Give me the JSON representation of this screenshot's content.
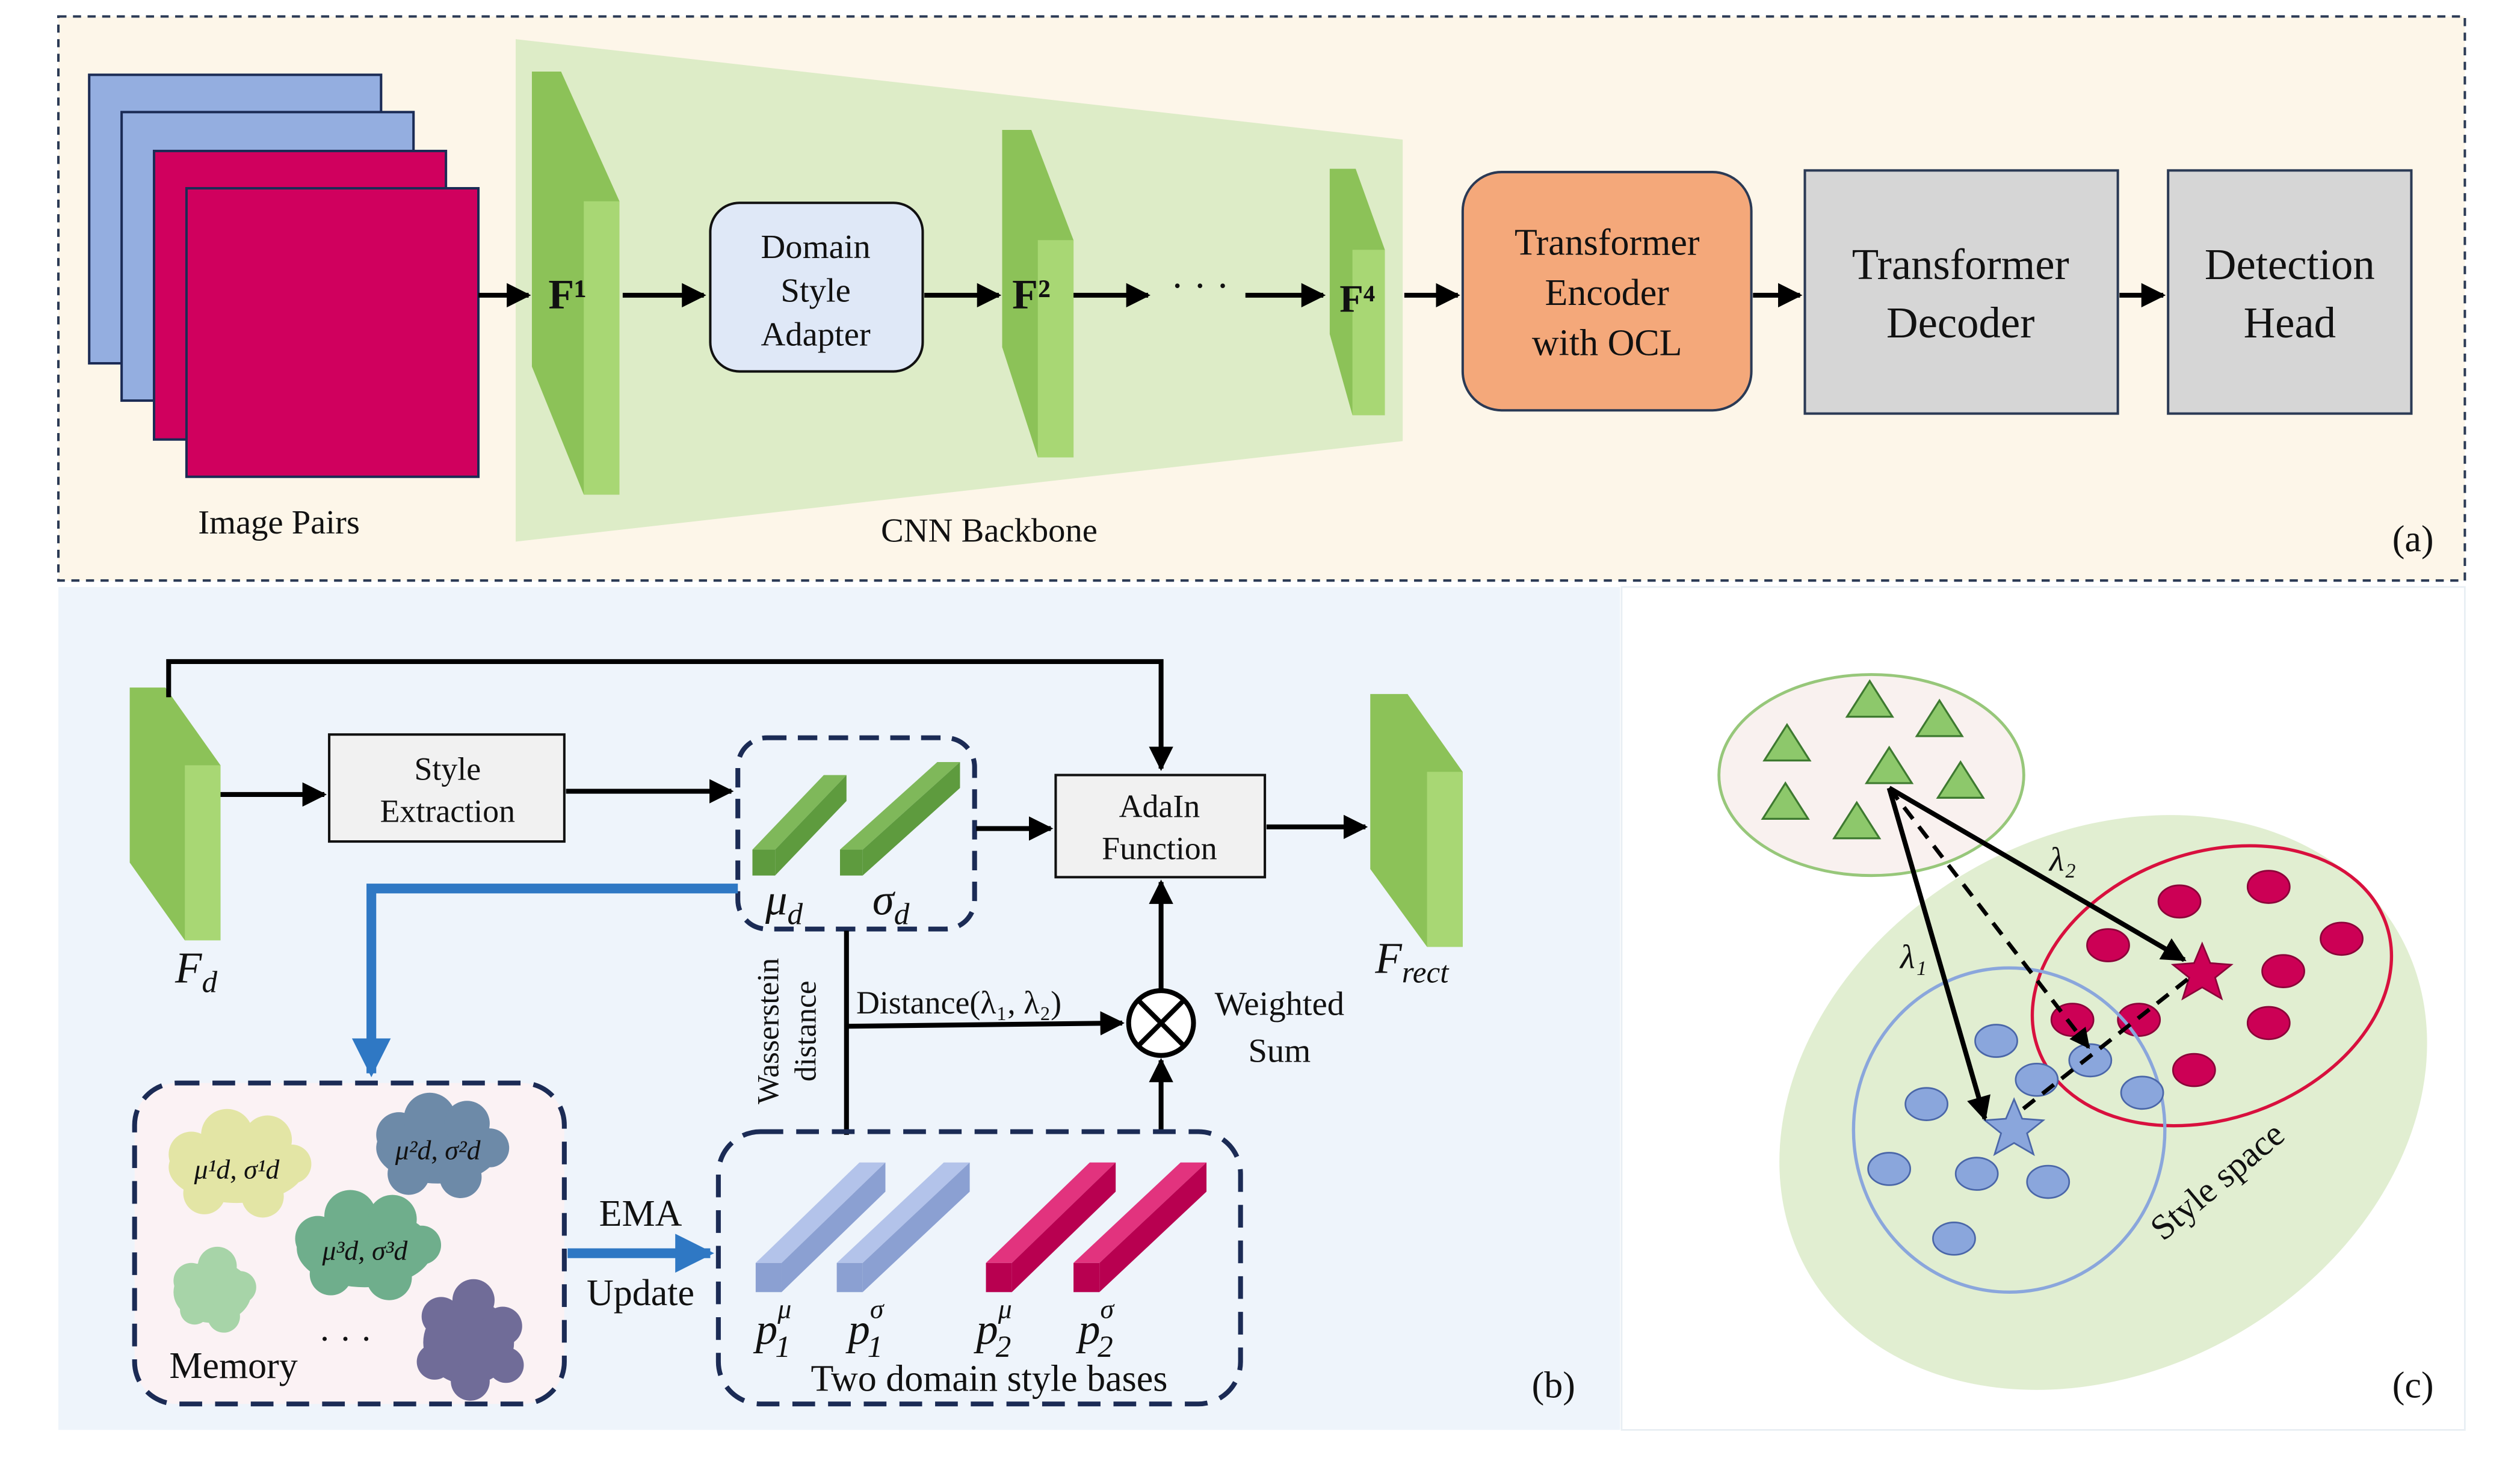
{
  "panel_a": {
    "image_pairs_label": "Image Pairs",
    "backbone_label": "CNN Backbone",
    "f1": "F¹",
    "f2": "F²",
    "f4": "F⁴",
    "ellipsis": "· · ·",
    "dsa": [
      "Domain",
      "Style",
      "Adapter"
    ],
    "encoder": [
      "Transformer",
      "Encoder",
      "with OCL"
    ],
    "decoder": [
      "Transformer",
      "Decoder"
    ],
    "head": [
      "Detection",
      "Head"
    ],
    "tag": "(a)"
  },
  "panel_b": {
    "fd": "F",
    "fd_sub": "d",
    "style_extraction": [
      "Style",
      "Extraction"
    ],
    "mu_d": "μ",
    "mu_d_sub": "d",
    "sigma_d": "σ",
    "sigma_d_sub": "d",
    "adain": [
      "AdaIn",
      "Function"
    ],
    "frect": "F",
    "frect_sub": "rect",
    "wasserstein": [
      "Wasserstein",
      "distance"
    ],
    "distance": "Distance(λ₁, λ₂)",
    "weighted_sum": [
      "Weighted",
      "Sum"
    ],
    "memory_label": "Memory",
    "memory_ellipsis": "· · ·",
    "cloud1": "μ¹d, σ¹d",
    "cloud2": "μ²d, σ²d",
    "cloud3": "μ³d, σ³d",
    "ema": [
      "EMA",
      "Update"
    ],
    "bases_label": "Two domain style bases",
    "p1mu": "p",
    "p1mu_sub": "1",
    "p1mu_sup": "μ",
    "p1sigma": "p",
    "p1sigma_sub": "1",
    "p1sigma_sup": "σ",
    "p2mu": "p",
    "p2mu_sub": "2",
    "p2mu_sup": "μ",
    "p2sigma": "p",
    "p2sigma_sub": "2",
    "p2sigma_sup": "σ",
    "tag": "(b)"
  },
  "panel_c": {
    "lambda1": "λ₁",
    "lambda2": "λ₂",
    "style_space": "Style space",
    "tag": "(c)"
  },
  "colors": {
    "panel_a_bg": "#fdf6e9",
    "panel_b_bg": "#eef4fb",
    "panel_c_bg": "#ffffff",
    "green_feature": "#9fd16a",
    "blue_image": "#94aee0",
    "magenta_image": "#d0005e",
    "dsa_fill": "#dfe8f7",
    "encoder_fill": "#f4a87a",
    "gray_box": "#d6d6d6",
    "arrow_blue": "#2f78c4",
    "memory_fill": "#fbf2f4",
    "cluster_red": "#cc0055",
    "cluster_blue": "#8aa6dc"
  }
}
